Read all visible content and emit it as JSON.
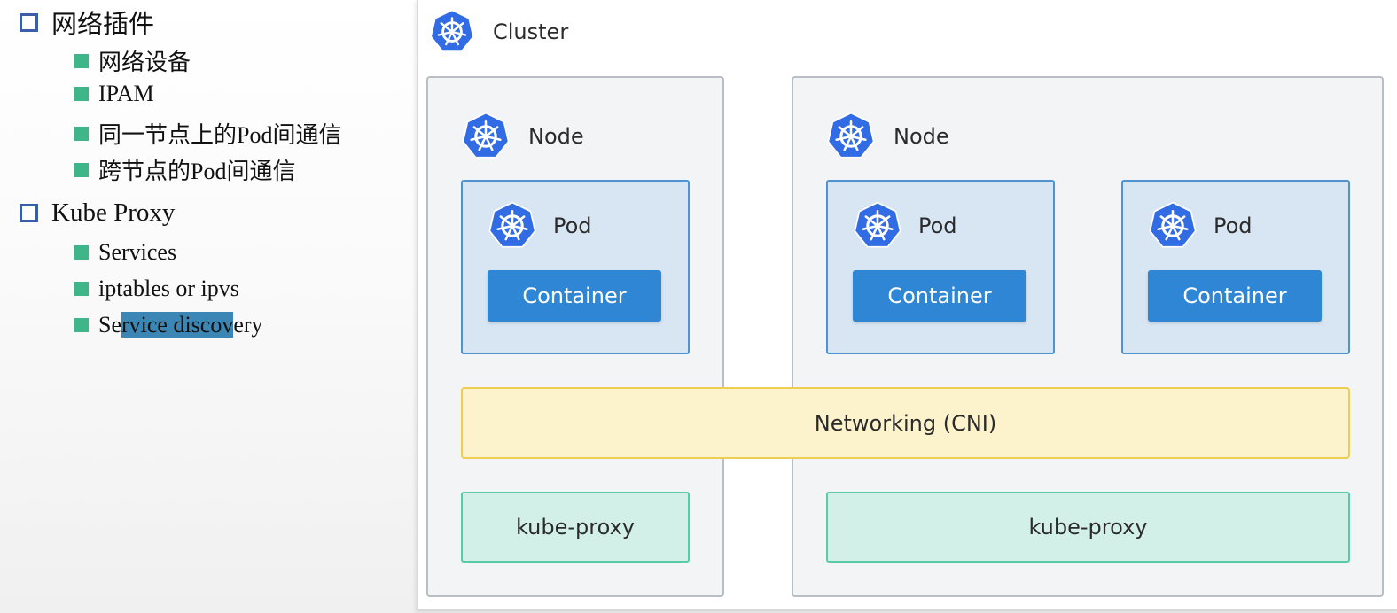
{
  "outline": {
    "section1": {
      "title": "网络插件",
      "items": [
        "网络设备",
        "IPAM",
        "同一节点上的Pod间通信",
        "跨节点的Pod间通信"
      ]
    },
    "section2": {
      "title": "Kube Proxy",
      "items": [
        "Services",
        "iptables or ipvs"
      ],
      "last_item": {
        "pre": "Se",
        "highlighted": "rvice discov",
        "post": "ery"
      }
    }
  },
  "diagram": {
    "cluster_label": "Cluster",
    "nodes": [
      {
        "label": "Node",
        "pods": [
          {
            "label": "Pod",
            "container": "Container"
          }
        ]
      },
      {
        "label": "Node",
        "pods": [
          {
            "label": "Pod",
            "container": "Container"
          },
          {
            "label": "Pod",
            "container": "Container"
          }
        ]
      }
    ],
    "network_label": "Networking (CNI)",
    "proxies": [
      "kube-proxy",
      "kube-proxy"
    ]
  },
  "colors": {
    "kubernetes_blue": "#326ce5",
    "pod_fill": "#d8e6f4",
    "container_fill": "#2f86d4",
    "network_fill": "#fcf3cc",
    "proxy_fill": "#d3f0e8",
    "bullet_l1": "#3a5fa8",
    "bullet_l2": "#3fb58a",
    "highlight": "#3b86b4"
  }
}
